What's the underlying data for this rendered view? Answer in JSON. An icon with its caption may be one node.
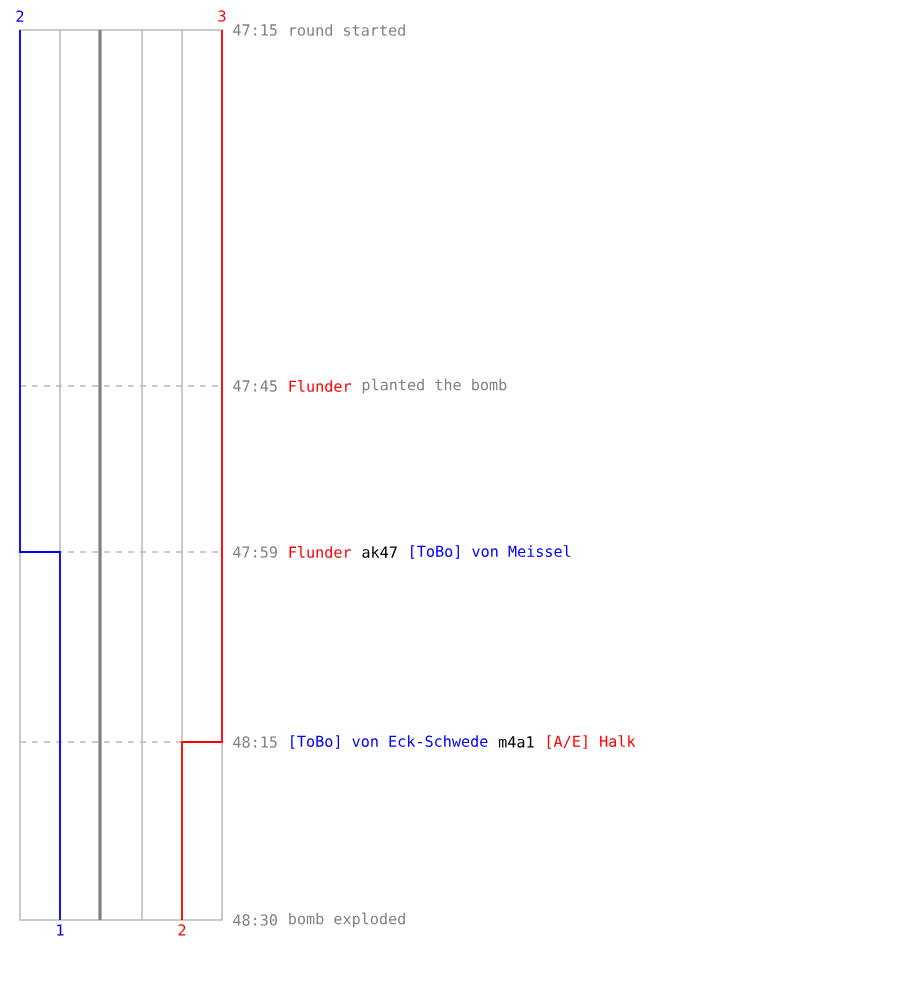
{
  "diagram": {
    "labels": [
      "2",
      "3",
      "47:15",
      "round started",
      "47:45",
      "Flunder",
      "planted the bomb",
      "47:59",
      "Flunder",
      "ak47",
      "[ToBo] von Meissel",
      "48:15",
      "[ToBo] von Eck-Schwede",
      "m4a1",
      "[A/E] Halk",
      "48:30",
      "bomb exploded",
      "1",
      "2"
    ]
  }
}
